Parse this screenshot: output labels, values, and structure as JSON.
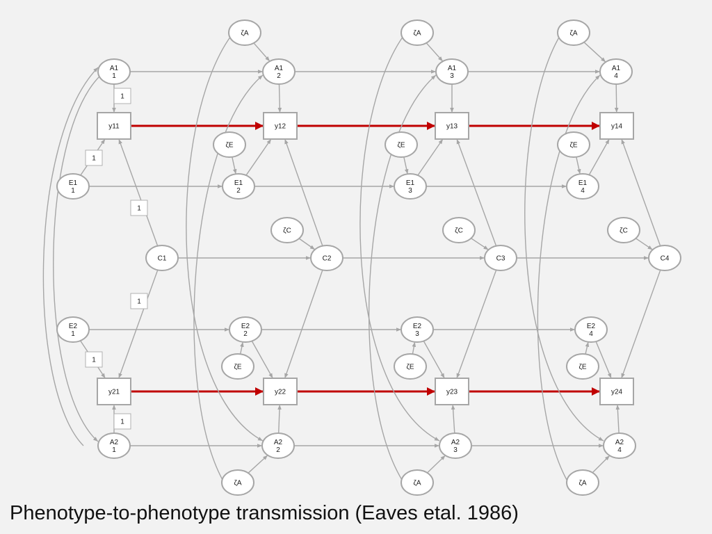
{
  "caption": "Phenotype-to-phenotype transmission (Eaves etal. 1986)",
  "colors": {
    "background": "#f2f2f2",
    "node_stroke": "#a6a6a6",
    "arrow": "#a6a6a6",
    "highlight": "#c00000"
  },
  "nodes": [
    {
      "id": "zA_t2",
      "shape": "ellipse",
      "lines": [
        "ζA"
      ]
    },
    {
      "id": "zA_t3",
      "shape": "ellipse",
      "lines": [
        "ζA"
      ]
    },
    {
      "id": "zA_t4",
      "shape": "ellipse",
      "lines": [
        "ζA"
      ]
    },
    {
      "id": "A1_1",
      "shape": "ellipse",
      "lines": [
        "A1",
        "1"
      ]
    },
    {
      "id": "A1_2",
      "shape": "ellipse",
      "lines": [
        "A1",
        "2"
      ]
    },
    {
      "id": "A1_3",
      "shape": "ellipse",
      "lines": [
        "A1",
        "3"
      ]
    },
    {
      "id": "A1_4",
      "shape": "ellipse",
      "lines": [
        "A1",
        "4"
      ]
    },
    {
      "id": "y11",
      "shape": "rect",
      "lines": [
        "y11"
      ]
    },
    {
      "id": "y12",
      "shape": "rect",
      "lines": [
        "y12"
      ]
    },
    {
      "id": "y13",
      "shape": "rect",
      "lines": [
        "y13"
      ]
    },
    {
      "id": "y14",
      "shape": "rect",
      "lines": [
        "y14"
      ]
    },
    {
      "id": "zE1_2",
      "shape": "ellipse",
      "lines": [
        "ζE"
      ]
    },
    {
      "id": "zE1_3",
      "shape": "ellipse",
      "lines": [
        "ζE"
      ]
    },
    {
      "id": "zE1_4",
      "shape": "ellipse",
      "lines": [
        "ζE"
      ]
    },
    {
      "id": "E1_1",
      "shape": "ellipse",
      "lines": [
        "E1",
        "1"
      ]
    },
    {
      "id": "E1_2",
      "shape": "ellipse",
      "lines": [
        "E1",
        "2"
      ]
    },
    {
      "id": "E1_3",
      "shape": "ellipse",
      "lines": [
        "E1",
        "3"
      ]
    },
    {
      "id": "E1_4",
      "shape": "ellipse",
      "lines": [
        "E1",
        "4"
      ]
    },
    {
      "id": "zC_2",
      "shape": "ellipse",
      "lines": [
        "ζC"
      ]
    },
    {
      "id": "zC_3",
      "shape": "ellipse",
      "lines": [
        "ζC"
      ]
    },
    {
      "id": "zC_4",
      "shape": "ellipse",
      "lines": [
        "ζC"
      ]
    },
    {
      "id": "C1",
      "shape": "ellipse",
      "lines": [
        "C1"
      ]
    },
    {
      "id": "C2",
      "shape": "ellipse",
      "lines": [
        "C2"
      ]
    },
    {
      "id": "C3",
      "shape": "ellipse",
      "lines": [
        "C3"
      ]
    },
    {
      "id": "C4",
      "shape": "ellipse",
      "lines": [
        "C4"
      ]
    },
    {
      "id": "E2_1",
      "shape": "ellipse",
      "lines": [
        "E2",
        "1"
      ]
    },
    {
      "id": "E2_2",
      "shape": "ellipse",
      "lines": [
        "E2",
        "2"
      ]
    },
    {
      "id": "E2_3",
      "shape": "ellipse",
      "lines": [
        "E2",
        "3"
      ]
    },
    {
      "id": "E2_4",
      "shape": "ellipse",
      "lines": [
        "E2",
        "4"
      ]
    },
    {
      "id": "zE2_2",
      "shape": "ellipse",
      "lines": [
        "ζE"
      ]
    },
    {
      "id": "zE2_3",
      "shape": "ellipse",
      "lines": [
        "ζE"
      ]
    },
    {
      "id": "zE2_4",
      "shape": "ellipse",
      "lines": [
        "ζE"
      ]
    },
    {
      "id": "y21",
      "shape": "rect",
      "lines": [
        "y21"
      ]
    },
    {
      "id": "y22",
      "shape": "rect",
      "lines": [
        "y22"
      ]
    },
    {
      "id": "y23",
      "shape": "rect",
      "lines": [
        "y23"
      ]
    },
    {
      "id": "y24",
      "shape": "rect",
      "lines": [
        "y24"
      ]
    },
    {
      "id": "A2_1",
      "shape": "ellipse",
      "lines": [
        "A2",
        "1"
      ]
    },
    {
      "id": "A2_2",
      "shape": "ellipse",
      "lines": [
        "A2",
        "2"
      ]
    },
    {
      "id": "A2_3",
      "shape": "ellipse",
      "lines": [
        "A2",
        "3"
      ]
    },
    {
      "id": "A2_4",
      "shape": "ellipse",
      "lines": [
        "A2",
        "4"
      ]
    },
    {
      "id": "zA2_2",
      "shape": "ellipse",
      "lines": [
        "ζA"
      ]
    },
    {
      "id": "zA2_3",
      "shape": "ellipse",
      "lines": [
        "ζA"
      ]
    },
    {
      "id": "zA2_4",
      "shape": "ellipse",
      "lines": [
        "ζA"
      ]
    }
  ],
  "edges": [
    {
      "from": "A1_1",
      "to": "A1_2"
    },
    {
      "from": "A1_2",
      "to": "A1_3"
    },
    {
      "from": "A1_3",
      "to": "A1_4"
    },
    {
      "from": "zA_t2",
      "to": "A1_2"
    },
    {
      "from": "zA_t3",
      "to": "A1_3"
    },
    {
      "from": "zA_t4",
      "to": "A1_4"
    },
    {
      "from": "A1_1",
      "to": "y11"
    },
    {
      "from": "A1_2",
      "to": "y12"
    },
    {
      "from": "A1_3",
      "to": "y13"
    },
    {
      "from": "A1_4",
      "to": "y14"
    },
    {
      "from": "y11",
      "to": "y12",
      "style": "red"
    },
    {
      "from": "y12",
      "to": "y13",
      "style": "red"
    },
    {
      "from": "y13",
      "to": "y14",
      "style": "red"
    },
    {
      "from": "E1_1",
      "to": "y11"
    },
    {
      "from": "E1_2",
      "to": "y12"
    },
    {
      "from": "E1_3",
      "to": "y13"
    },
    {
      "from": "E1_4",
      "to": "y14"
    },
    {
      "from": "zE1_2",
      "to": "E1_2"
    },
    {
      "from": "zE1_3",
      "to": "E1_3"
    },
    {
      "from": "zE1_4",
      "to": "E1_4"
    },
    {
      "from": "E1_1",
      "to": "E1_2"
    },
    {
      "from": "E1_2",
      "to": "E1_3"
    },
    {
      "from": "E1_3",
      "to": "E1_4"
    },
    {
      "from": "C1",
      "to": "y11"
    },
    {
      "from": "C2",
      "to": "y12"
    },
    {
      "from": "C3",
      "to": "y13"
    },
    {
      "from": "C4",
      "to": "y14"
    },
    {
      "from": "C1",
      "to": "C2"
    },
    {
      "from": "C2",
      "to": "C3"
    },
    {
      "from": "C3",
      "to": "C4"
    },
    {
      "from": "zC_2",
      "to": "C2"
    },
    {
      "from": "zC_3",
      "to": "C3"
    },
    {
      "from": "zC_4",
      "to": "C4"
    },
    {
      "from": "C1",
      "to": "y21"
    },
    {
      "from": "C2",
      "to": "y22"
    },
    {
      "from": "C3",
      "to": "y23"
    },
    {
      "from": "C4",
      "to": "y24"
    },
    {
      "from": "E2_1",
      "to": "E2_2"
    },
    {
      "from": "E2_2",
      "to": "E2_3"
    },
    {
      "from": "E2_3",
      "to": "E2_4"
    },
    {
      "from": "zE2_2",
      "to": "E2_2"
    },
    {
      "from": "zE2_3",
      "to": "E2_3"
    },
    {
      "from": "zE2_4",
      "to": "E2_4"
    },
    {
      "from": "E2_1",
      "to": "y21"
    },
    {
      "from": "E2_2",
      "to": "y22"
    },
    {
      "from": "E2_3",
      "to": "y23"
    },
    {
      "from": "E2_4",
      "to": "y24"
    },
    {
      "from": "y21",
      "to": "y22",
      "style": "red"
    },
    {
      "from": "y22",
      "to": "y23",
      "style": "red"
    },
    {
      "from": "y23",
      "to": "y24",
      "style": "red"
    },
    {
      "from": "A2_1",
      "to": "y21"
    },
    {
      "from": "A2_2",
      "to": "y22"
    },
    {
      "from": "A2_3",
      "to": "y23"
    },
    {
      "from": "A2_4",
      "to": "y24"
    },
    {
      "from": "A2_1",
      "to": "A2_2"
    },
    {
      "from": "A2_2",
      "to": "A2_3"
    },
    {
      "from": "A2_3",
      "to": "A2_4"
    },
    {
      "from": "zA2_2",
      "to": "A2_2"
    },
    {
      "from": "zA2_3",
      "to": "A2_3"
    },
    {
      "from": "zA2_4",
      "to": "A2_4"
    },
    {
      "from": "A2_1",
      "to": "A1_1",
      "style": "curve"
    },
    {
      "from": "A1_1",
      "to": "A2_1",
      "style": "curve"
    },
    {
      "from": "zA_t2",
      "to": "A2_2",
      "style": "curve"
    },
    {
      "from": "zA2_2",
      "to": "A1_2",
      "style": "curve"
    },
    {
      "from": "zA_t3",
      "to": "A2_3",
      "style": "curve"
    },
    {
      "from": "zA2_3",
      "to": "A1_3",
      "style": "curve"
    },
    {
      "from": "zA_t4",
      "to": "A2_4",
      "style": "curve"
    },
    {
      "from": "zA2_4",
      "to": "A1_4",
      "style": "curve"
    }
  ],
  "path_labels": [
    {
      "id": "pl_A1y11",
      "text": "1"
    },
    {
      "id": "pl_E1y11",
      "text": "1"
    },
    {
      "id": "pl_C1y11",
      "text": "1"
    },
    {
      "id": "pl_C1y21",
      "text": "1"
    },
    {
      "id": "pl_E2y21",
      "text": "1"
    },
    {
      "id": "pl_A2y21",
      "text": "1"
    }
  ]
}
